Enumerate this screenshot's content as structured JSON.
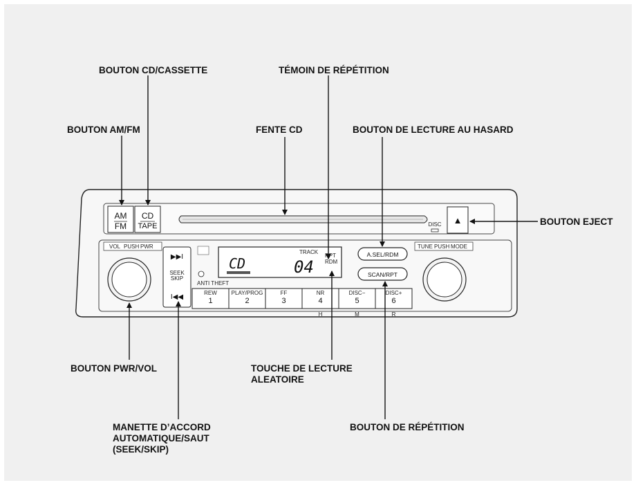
{
  "callouts": {
    "cd_cassette": "BOUTON CD/CASSETTE",
    "repeat_indicator": "TÉMOIN DE RÉPÉTITION",
    "am_fm": "BOUTON AM/FM",
    "cd_slot": "FENTE CD",
    "random_button": "BOUTON DE LECTURE AU HASARD",
    "eject": "BOUTON EJECT",
    "pwr_vol": "BOUTON PWR/VOL",
    "random_key_line1": "TOUCHE DE LECTURE",
    "random_key_line2": "ALEATOIRE",
    "seek_line1": "MANETTE D’ACCORD",
    "seek_line2": "AUTOMATIQUE/SAUT",
    "seek_line3": "(SEEK/SKIP)",
    "repeat_button": "BOUTON DE RÉPÉTITION"
  },
  "radio": {
    "am": "AM",
    "fm": "FM",
    "cd": "CD",
    "tape": "TAPE",
    "disc": "DISC",
    "eject_symbol": "▲",
    "vol_label_left": "VOL",
    "vol_label_push": "PUSH",
    "vol_label_right": "PWR",
    "tune_label_left": "TUNE",
    "tune_label_push": "PUSH",
    "tune_label_right": "MODE",
    "seek_line1": "SEEK",
    "seek_line2": "SKIP",
    "anti_theft": "ANTI THEFT",
    "lcd_mode": "CD",
    "lcd_track_label": "TRACK",
    "lcd_track_number": "04",
    "lcd_rpt": "RPT",
    "lcd_rdm": "RDM",
    "asel_button": "A.SEL/RDM",
    "scan_button": "SCAN/RPT",
    "presets": [
      {
        "label": "REW",
        "number": "1",
        "sub": ""
      },
      {
        "label": "PLAY/PROG",
        "number": "2",
        "sub": ""
      },
      {
        "label": "FF",
        "number": "3",
        "sub": ""
      },
      {
        "label": "NR",
        "number": "4",
        "sub": "H"
      },
      {
        "label": "DISC−",
        "number": "5",
        "sub": "M"
      },
      {
        "label": "DISC+",
        "number": "6",
        "sub": "R"
      }
    ]
  }
}
